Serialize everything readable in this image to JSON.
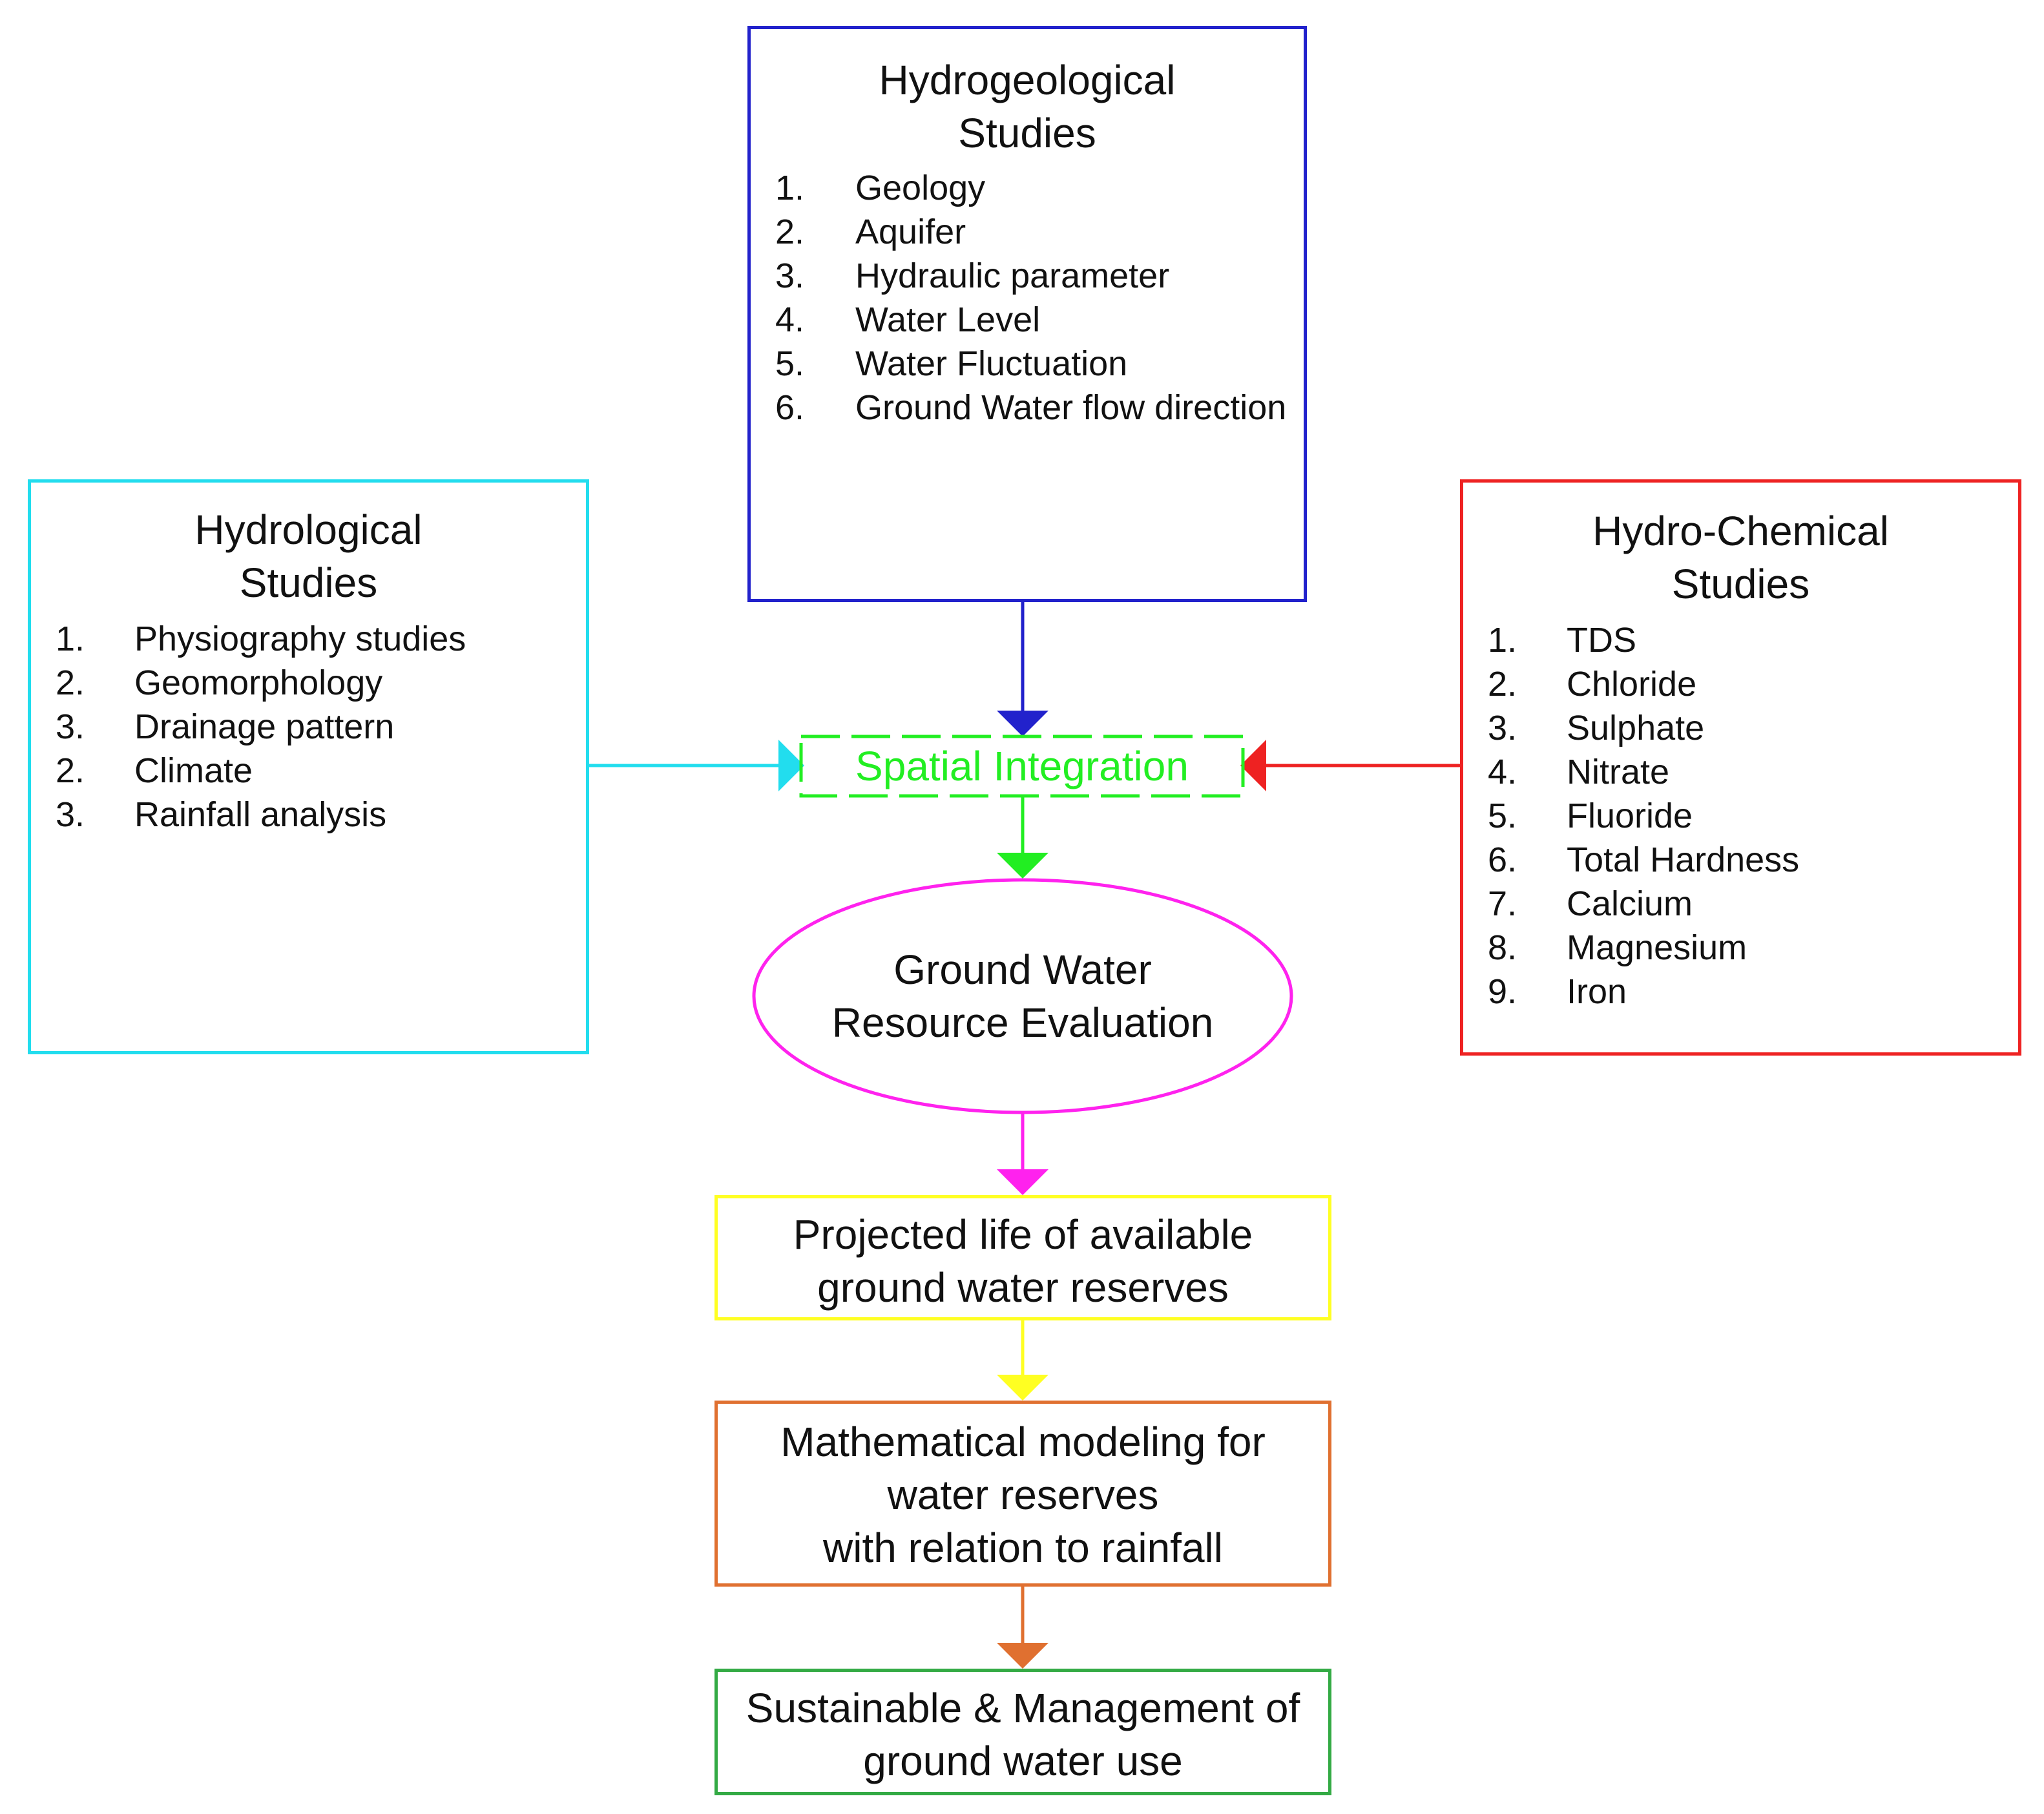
{
  "hydrogeological": {
    "title_line1": "Hydrogeological",
    "title_line2": "Studies",
    "color": "#2222cc",
    "items": [
      {
        "num": "1.",
        "text": "Geology"
      },
      {
        "num": "2.",
        "text": "Aquifer"
      },
      {
        "num": "3.",
        "text": "Hydraulic parameter"
      },
      {
        "num": "4.",
        "text": "Water Level"
      },
      {
        "num": "5.",
        "text": "Water Fluctuation"
      },
      {
        "num": "6.",
        "text": "Ground Water flow direction"
      }
    ]
  },
  "hydrological": {
    "title_line1": "Hydrological",
    "title_line2": "Studies",
    "color": "#22ddee",
    "items": [
      {
        "num": "1.",
        "text": "Physiography studies"
      },
      {
        "num": "2.",
        "text": "Geomorphology"
      },
      {
        "num": "3.",
        "text": "Drainage pattern"
      },
      {
        "num": "2.",
        "text": "Climate"
      },
      {
        "num": "3.",
        "text": "Rainfall analysis"
      }
    ]
  },
  "hydrochemical": {
    "title_line1": "Hydro-Chemical",
    "title_line2": "Studies",
    "color": "#ee2222",
    "items": [
      {
        "num": "1.",
        "text": "TDS"
      },
      {
        "num": "2.",
        "text": "Chloride"
      },
      {
        "num": "3.",
        "text": "Sulphate"
      },
      {
        "num": "4.",
        "text": "Nitrate"
      },
      {
        "num": "5.",
        "text": "Fluoride"
      },
      {
        "num": "6.",
        "text": "Total Hardness"
      },
      {
        "num": "7.",
        "text": "Calcium"
      },
      {
        "num": "8.",
        "text": "Magnesium"
      },
      {
        "num": "9.",
        "text": "Iron"
      }
    ]
  },
  "spatial_integration": {
    "label": "Spatial Integration",
    "color": "#22ee22"
  },
  "evaluation": {
    "line1": "Ground Water",
    "line2": "Resource Evaluation",
    "color": "#ff22ee"
  },
  "projected_life": {
    "line1": "Projected life of available",
    "line2": "ground water reserves",
    "color": "#ffff22"
  },
  "modeling": {
    "line1": "Mathematical modeling for",
    "line2": "water reserves",
    "line3": "with relation to rainfall",
    "color": "#e07030"
  },
  "sustainable": {
    "line1": "Sustainable & Management of",
    "line2": "ground water use",
    "color": "#33aa44"
  }
}
